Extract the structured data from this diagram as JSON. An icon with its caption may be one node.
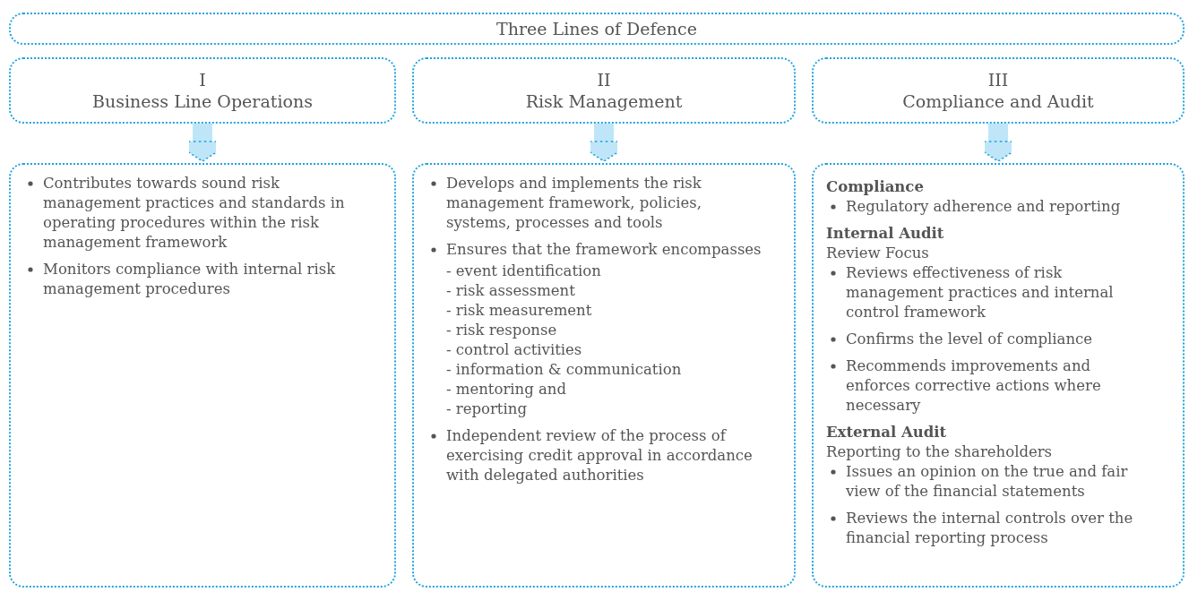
{
  "diagram": {
    "nodes": [
      {
        "text": [
          "Three Lines of Defence"
        ]
      },
      {
        "text": [
          "I",
          "Business Line Operations"
        ]
      },
      {
        "text": [
          "Contributes towards sound risk management practices and standards in operating procedures within the risk management framework",
          "Monitors compliance with internal risk management procedures"
        ]
      },
      {
        "text": [
          "II",
          "Risk Management"
        ]
      },
      {
        "text": [
          "Develops and implements the risk management framework, policies, systems, processes and tools",
          "Ensures that the framework encompasses",
          "- event identification",
          "- risk assessment",
          "- risk measurement",
          "- risk response",
          "- control activities",
          "- information &  communication",
          "- mentoring and",
          "- reporting",
          "Independent review of the process of exercising credit approval in accordance with delegated authorities"
        ]
      },
      {
        "text": [
          "III",
          "Compliance and Audit"
        ]
      },
      {
        "text": [
          "Compliance",
          "Regulatory adherence and reporting",
          "Internal Audit",
          "Review Focus",
          "Reviews effectiveness of risk management practices and internal control framework",
          "Confirms the level of compliance",
          "Recommends improvements and enforces corrective actions where necessary",
          "External Audit",
          "Reporting to the shareholders",
          "Issues an opinion on the true and fair view of the financial statements",
          "Reviews the internal controls over the financial reporting process"
        ]
      }
    ],
    "edges": [
      {
        "from": 1,
        "to": 2,
        "arrow": "to"
      },
      {
        "from": 3,
        "to": 4,
        "arrow": "to"
      },
      {
        "from": 5,
        "to": 6,
        "arrow": "to"
      }
    ]
  }
}
